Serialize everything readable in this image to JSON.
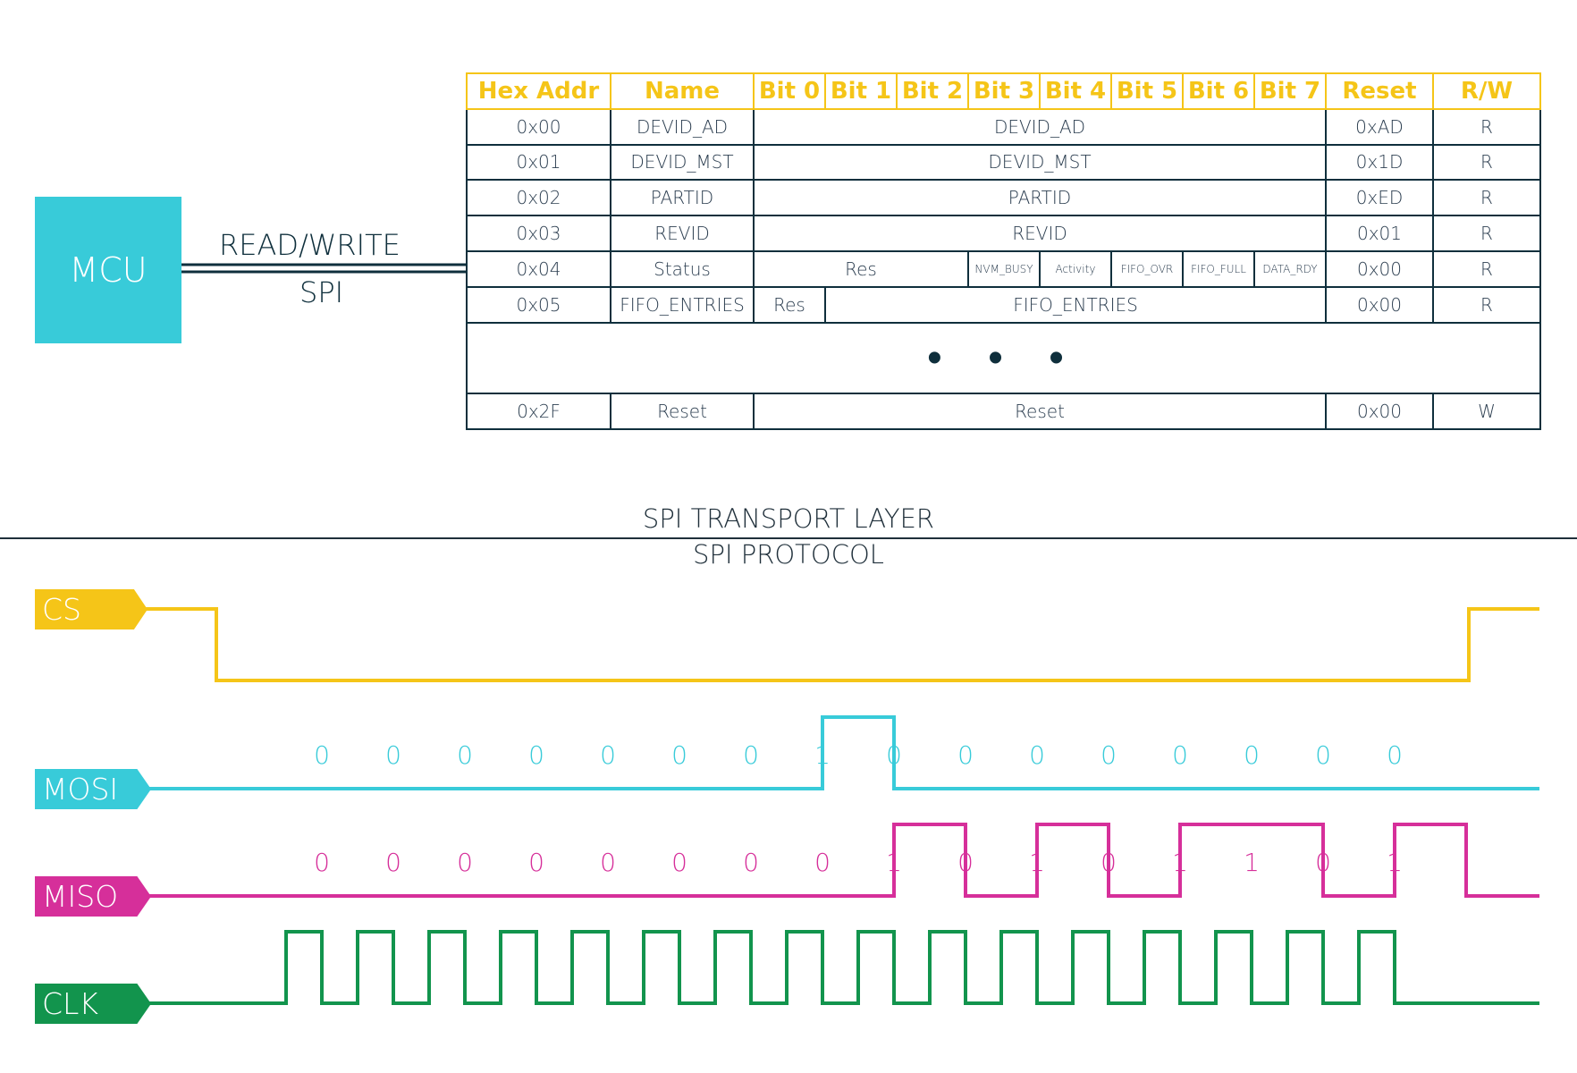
{
  "mcu": {
    "label": "MCU"
  },
  "bus": {
    "top_label": "READ/WRITE",
    "bottom_label": "SPI"
  },
  "table": {
    "headers": [
      "Hex Addr",
      "Name",
      "Bit 0",
      "Bit 1",
      "Bit 2",
      "Bit 3",
      "Bit 4",
      "Bit 5",
      "Bit 6",
      "Bit 7",
      "Reset",
      "R/W"
    ],
    "rows": [
      {
        "addr": "0x00",
        "name": "DEVID_AD",
        "field": "DEVID_AD",
        "reset": "0xAD",
        "rw": "R"
      },
      {
        "addr": "0x01",
        "name": "DEVID_MST",
        "field": "DEVID_MST",
        "reset": "0x1D",
        "rw": "R"
      },
      {
        "addr": "0x02",
        "name": "PARTID",
        "field": "PARTID",
        "reset": "0xED",
        "rw": "R"
      },
      {
        "addr": "0x03",
        "name": "REVID",
        "field": "REVID",
        "reset": "0x01",
        "rw": "R"
      },
      {
        "addr": "0x04",
        "name": "Status",
        "res": "Res",
        "bits": [
          "NVM_BUSY",
          "Activity",
          "FIFO_OVR",
          "FIFO_FULL",
          "DATA_RDY"
        ],
        "reset": "0x00",
        "rw": "R"
      },
      {
        "addr": "0x05",
        "name": "FIFO_ENTRIES",
        "res": "Res",
        "field": "FIFO_ENTRIES",
        "reset": "0x00",
        "rw": "R"
      },
      {
        "addr": "0x2F",
        "name": "Reset",
        "field": "Reset",
        "reset": "0x00",
        "rw": "W"
      }
    ],
    "ellipsis": "• • •"
  },
  "layers": {
    "upper": "SPI TRANSPORT LAYER",
    "lower": "SPI PROTOCOL"
  },
  "signals": {
    "cs": {
      "label": "CS",
      "color": "#f5c518"
    },
    "mosi": {
      "label": "MOSI",
      "color": "#38cbd9",
      "bits": [
        "0",
        "0",
        "0",
        "0",
        "0",
        "0",
        "0",
        "1",
        "0",
        "0",
        "0",
        "0",
        "0",
        "0",
        "0",
        "0"
      ]
    },
    "miso": {
      "label": "MISO",
      "color": "#d62f9a",
      "bits": [
        "0",
        "0",
        "0",
        "0",
        "0",
        "0",
        "0",
        "0",
        "1",
        "0",
        "1",
        "0",
        "1",
        "1",
        "0",
        "1"
      ]
    },
    "clk": {
      "label": "CLK",
      "color": "#12944d",
      "cycles": 16
    }
  }
}
